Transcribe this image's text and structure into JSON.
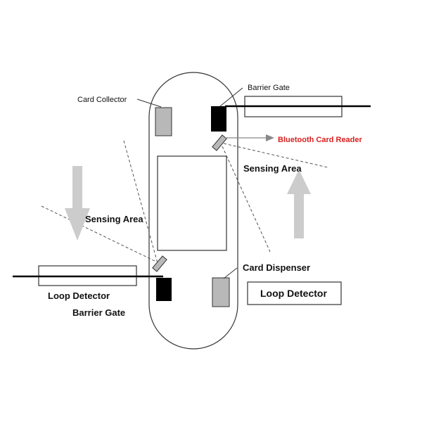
{
  "labels": {
    "card_collector": "Card Collector",
    "barrier_gate_top": "Barrier Gate",
    "bluetooth_card_reader": "Bluetooth Card Reader",
    "sensing_area_right": "Sensing Area",
    "sensing_area_left": "Sensing Area",
    "card_dispenser": "Card Dispenser",
    "loop_detector_left": "Loop Detector",
    "barrier_gate_bottom": "Barrier Gate",
    "loop_detector_right": "Loop Detector"
  },
  "colors": {
    "outline": "#333333",
    "barrier": "#000000",
    "device_fill": "#b8b8b8",
    "arrow_fill": "#cccccc",
    "reader_label": "#d8201e"
  }
}
